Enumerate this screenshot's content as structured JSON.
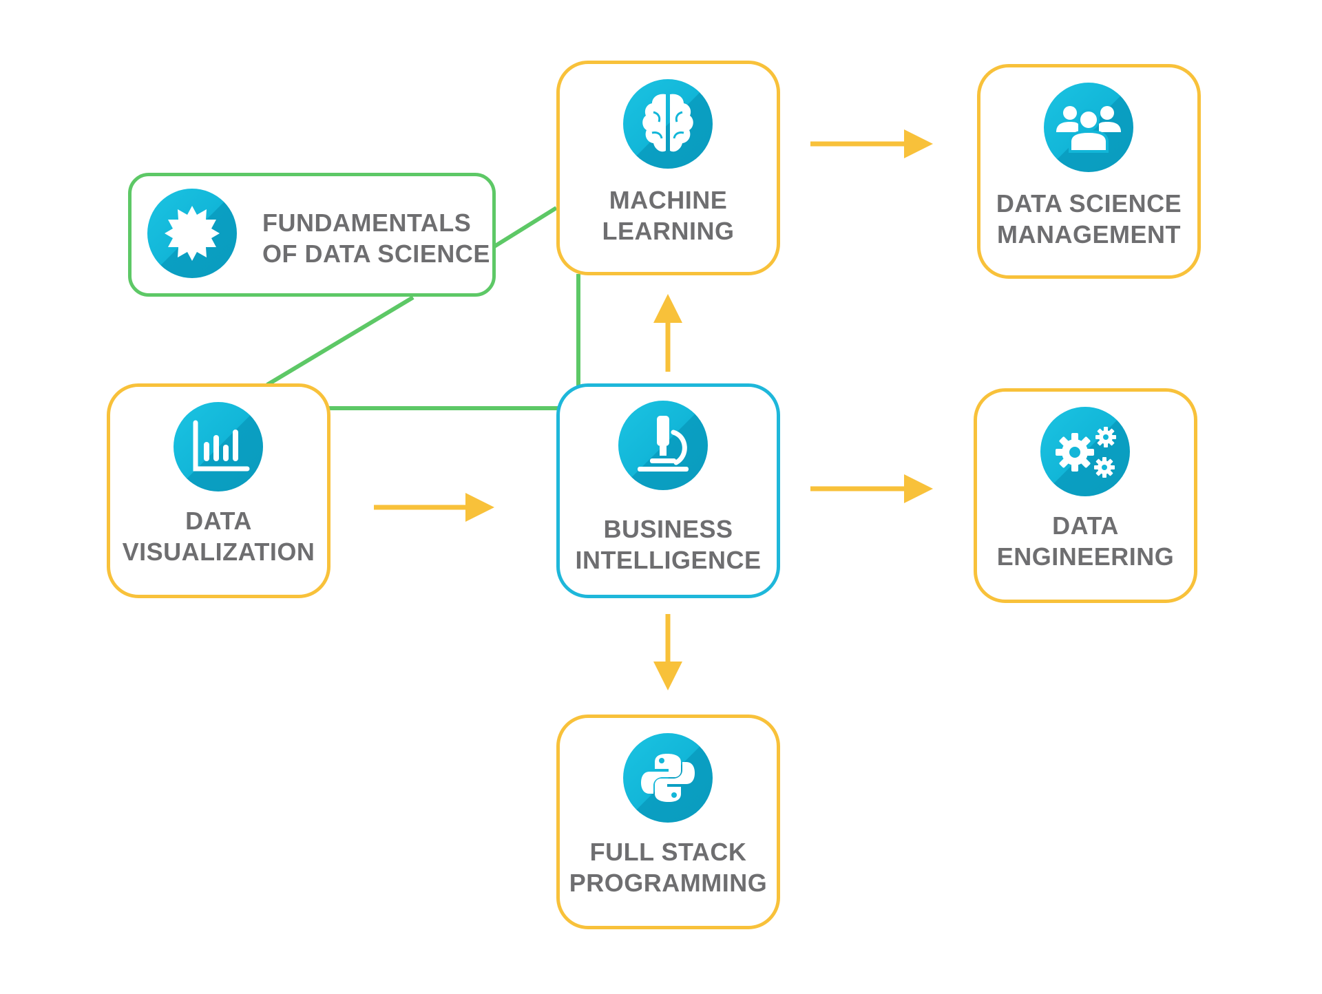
{
  "colors": {
    "orange_box": "#F8C13A",
    "green_box": "#5DC866",
    "blue_box": "#1EB7DA",
    "icon_bg": "#12B6D8",
    "text": "#6E6E70"
  },
  "nodes": {
    "fundamentals": {
      "line1": "FUNDAMENTALS",
      "line2": "OF DATA SCIENCE",
      "icon": "badge-icon"
    },
    "machine_learning": {
      "line1": "MACHINE",
      "line2": "LEARNING",
      "icon": "brain-icon"
    },
    "ds_management": {
      "line1": "DATA SCIENCE",
      "line2": "MANAGEMENT",
      "icon": "team-icon"
    },
    "data_visualization": {
      "line1": "DATA",
      "line2": "VISUALIZATION",
      "icon": "bar-chart-icon"
    },
    "business_intelligence": {
      "line1": "BUSINESS",
      "line2": "INTELLIGENCE",
      "icon": "microscope-icon"
    },
    "data_engineering": {
      "line1": "DATA",
      "line2": "ENGINEERING",
      "icon": "gears-icon"
    },
    "full_stack": {
      "line1": "FULL STACK",
      "line2": "PROGRAMMING",
      "icon": "python-icon"
    }
  }
}
